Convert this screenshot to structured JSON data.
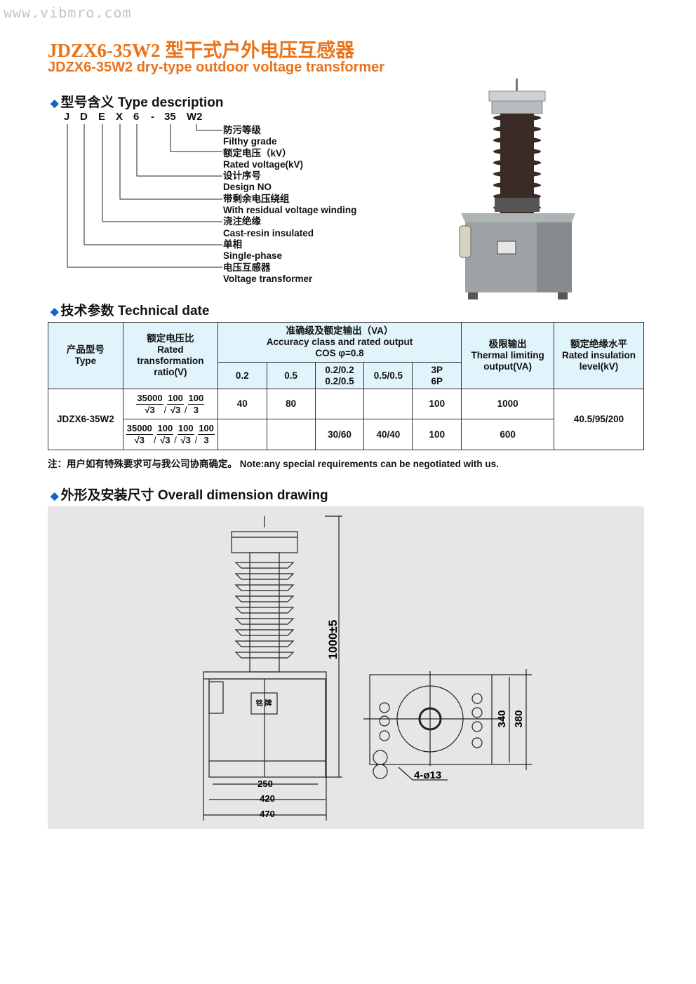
{
  "watermark": "www.vibmro.com",
  "title_cn": "JDZX6-35W2 型干式户外电压互感器",
  "title_en": "JDZX6-35W2  dry-type outdoor voltage  transformer",
  "type_description": {
    "heading": "型号含义 Type description",
    "code": [
      "J",
      "D",
      "E",
      "X",
      "6",
      "-",
      "35",
      "W2"
    ],
    "labels": [
      "防污等级",
      "Filthy grade",
      "额定电压（kV）",
      "Rated voltage(kV)",
      "设计序号",
      "Design NO",
      "带剩余电压绕组",
      "With residual voltage winding",
      "浇注绝缘",
      "Cast-resin insulated",
      "单相",
      "Single-phase",
      "电压互感器",
      "Voltage transformer"
    ]
  },
  "technical": {
    "heading": "技术参数 Technical date",
    "headers": {
      "type": [
        "产品型号",
        "Type"
      ],
      "ratio": [
        "额定电压比",
        "Rated",
        "transformation",
        "ratio(V)"
      ],
      "accuracy": [
        "准确级及额定输出（VA）",
        "Accuracy class and rated output",
        "COS φ=0.8"
      ],
      "classes": [
        "0.2",
        "0.5",
        "0.2/0.2",
        "0.2/0.5",
        "0.5/0.5",
        "3P",
        "6P"
      ],
      "thermal": [
        "极限输出",
        "Thermal limiting",
        "output(VA)"
      ],
      "insulation": [
        "额定绝缘水平",
        "Rated insulation",
        "level(kV)"
      ]
    },
    "model": "JDZX6-35W2",
    "rows": [
      {
        "ratio": [
          [
            "35000",
            "√3"
          ],
          [
            "100",
            "√3"
          ],
          [
            "100",
            "3"
          ]
        ],
        "c02": "40",
        "c05": "80",
        "c0202": "",
        "c0505": "",
        "c3p": "100",
        "thermal": "1000"
      },
      {
        "ratio": [
          [
            "35000",
            "√3"
          ],
          [
            "100",
            "√3"
          ],
          [
            "100",
            "√3"
          ],
          [
            "100",
            "3"
          ]
        ],
        "c02": "",
        "c05": "",
        "c0202": "30/60",
        "c0505": "40/40",
        "c3p": "100",
        "thermal": "600"
      }
    ],
    "insulation": "40.5/95/200",
    "note": "注：用户如有特殊要求可与我公司协商确定。  Note:any special requirements can be negotiated with us."
  },
  "dimension": {
    "heading": "外形及安装尺寸 Overall dimension drawing",
    "height": "1000±5",
    "w250": "250",
    "w420": "420",
    "w470": "470",
    "d340": "340",
    "d380": "380",
    "holes": "4-ø13",
    "nameplate": "铭 牌"
  },
  "colors": {
    "accent": "#e8731a",
    "header_bg": "#e2f4fb",
    "drawing_bg": "#e6e6e6"
  }
}
